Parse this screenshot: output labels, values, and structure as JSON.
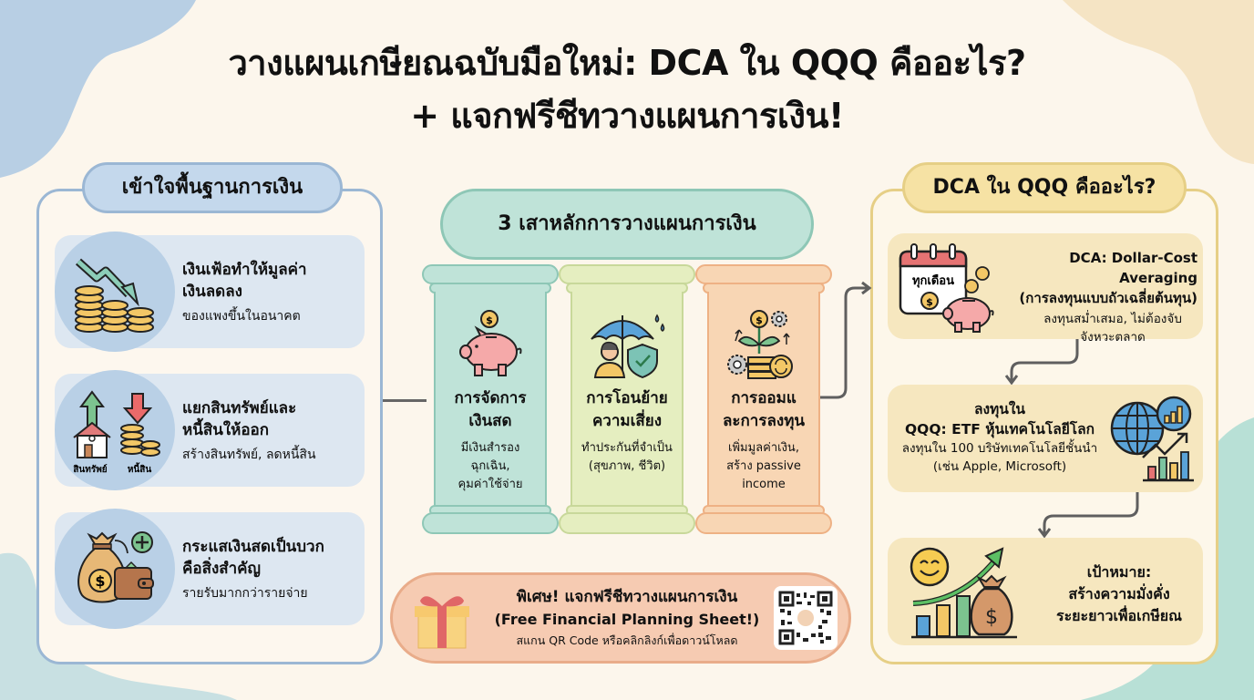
{
  "title": {
    "line1": "วางแผนเกษียณฉบับมือใหม่: DCA ใน QQQ คืออะไร?",
    "line2": "+ แจกฟรีชีทวางแผนการเงิน!"
  },
  "colors": {
    "background": "#fcf6ec",
    "left_accent": "#9bb7d4",
    "middle_accent": "#8ec7b6",
    "right_accent": "#e6cf86",
    "promo_accent": "#e9ac8a"
  },
  "left_section": {
    "heading": "เข้าใจพื้นฐานการเงิน",
    "cards": [
      {
        "icon": "coins-decline-icon",
        "title_line1": "เงินเฟ้อทำให้มูลค่า",
        "title_line2": "เงินลดลง",
        "subtitle": "ของแพงขึ้นในอนาคต"
      },
      {
        "icon": "assets-liabilities-icon",
        "icon_label_left": "สินทรัพย์",
        "icon_label_right": "หนี้สิน",
        "title_line1": "แยกสินทรัพย์และ",
        "title_line2": "หนี้สินให้ออก",
        "subtitle": "สร้างสินทรัพย์, ลดหนี้สิน"
      },
      {
        "icon": "money-bag-wallet-icon",
        "title_line1": "กระแสเงินสดเป็นบวก",
        "title_line2": "คือสิ่งสำคัญ",
        "subtitle": "รายรับมากกว่ารายจ่าย"
      }
    ]
  },
  "middle_section": {
    "heading": "3 เสาหลักการวางแผนการเงิน",
    "pillars": [
      {
        "icon": "piggy-bank-icon",
        "title_line1": "การจัดการ",
        "title_line2": "เงินสด",
        "sub_line1": "มีเงินสำรอง",
        "sub_line2": "ฉุกเฉิน,",
        "sub_line3": "คุมค่าใช้จ่าย"
      },
      {
        "icon": "umbrella-shield-icon",
        "title_line1": "การโอนย้าย",
        "title_line2": "ความเสี่ยง",
        "sub_line1": "ทำประกันที่จำเป็น",
        "sub_line2": "(สุขภาพ, ชีวิต)",
        "sub_line3": ""
      },
      {
        "icon": "investment-growth-icon",
        "title_line1": "การออมแ",
        "title_line2": "ละการลงทุน",
        "sub_line1": "เพิ่มมูลค่าเงิน,",
        "sub_line2": "สร้าง passive",
        "sub_line3": "income"
      }
    ],
    "promo": {
      "line1": "พิเศษ! แจกฟรีชีทวางแผนการเงิน",
      "line2": "(Free Financial Planning Sheet!)",
      "line3": "สแกน QR Code หรือคลิกลิงก์เพื่อดาวน์โหลด",
      "gift_icon": "gift-icon",
      "qr_icon": "qr-code-icon"
    }
  },
  "right_section": {
    "heading": "DCA ใน QQQ คืออะไร?",
    "cards": [
      {
        "icon": "calendar-piggy-icon",
        "calendar_label": "ทุกเดือน",
        "title_line1": "DCA: Dollar-Cost Averaging",
        "title_line2": "(การลงทุนแบบถัวเฉลี่ยต้นทุน)",
        "sub_line1": "ลงทุนสม่ำเสมอ, ไม่ต้องจับ",
        "sub_line2": "จังหวะตลาด"
      },
      {
        "icon": "globe-chart-icon",
        "title_line1": "ลงทุนใน",
        "title_line2": "QQQ: ETF หุ้นเทคโนโลยีโลก",
        "sub_line1": "ลงทุนใน 100 บริษัทเทคโนโลยีชั้นนำ",
        "sub_line2": "(เช่น Apple, Microsoft)"
      },
      {
        "icon": "growth-goal-icon",
        "title_line1": "เป้าหมาย:",
        "title_line2": "สร้างความมั่งคั่ง",
        "title_line3": "ระยะยาวเพื่อเกษียณ"
      }
    ]
  }
}
